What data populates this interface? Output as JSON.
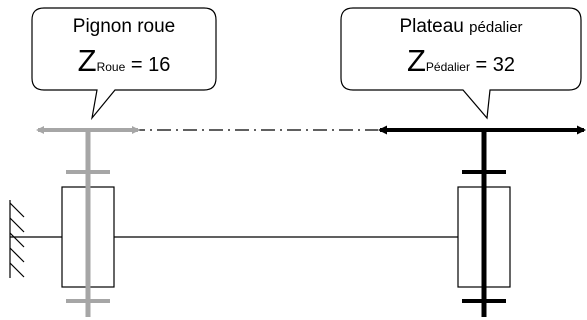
{
  "left_callout": {
    "title": "Pignon roue",
    "symbol": "Z",
    "subscript": "Roue",
    "equation": "= 16"
  },
  "right_callout": {
    "title_main": "Plateau",
    "title_small": "pédalier",
    "symbol": "Z",
    "subscript": "Pédalier",
    "equation": "= 32"
  },
  "colors": {
    "wheel_sprocket": "#a6a6a6",
    "pedal_chainring": "#000000",
    "frame": "#000000"
  }
}
